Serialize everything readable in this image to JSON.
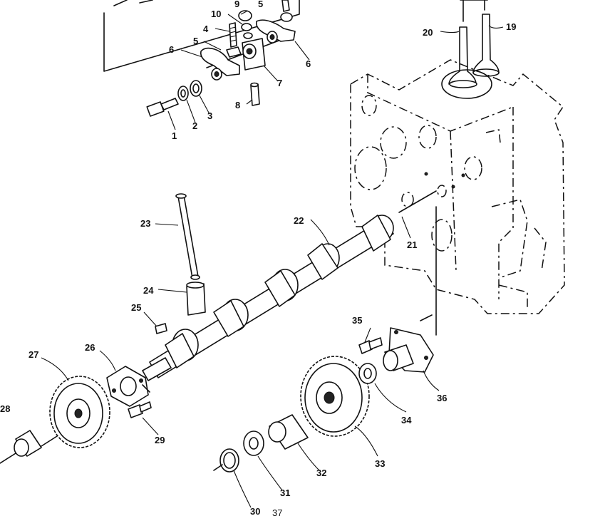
{
  "figure": {
    "page_number": "37",
    "callouts": [
      {
        "id": "c1",
        "text": "1"
      },
      {
        "id": "c2",
        "text": "2"
      },
      {
        "id": "c3",
        "text": "3"
      },
      {
        "id": "c4",
        "text": "4"
      },
      {
        "id": "c5a",
        "text": "5"
      },
      {
        "id": "c5b",
        "text": "5"
      },
      {
        "id": "c6a",
        "text": "6"
      },
      {
        "id": "c6b",
        "text": "6"
      },
      {
        "id": "c7",
        "text": "7"
      },
      {
        "id": "c8",
        "text": "8"
      },
      {
        "id": "c9",
        "text": "9"
      },
      {
        "id": "c10",
        "text": "10"
      },
      {
        "id": "c19",
        "text": "19"
      },
      {
        "id": "c20",
        "text": "20"
      },
      {
        "id": "c21",
        "text": "21"
      },
      {
        "id": "c22",
        "text": "22"
      },
      {
        "id": "c23",
        "text": "23"
      },
      {
        "id": "c24",
        "text": "24"
      },
      {
        "id": "c25",
        "text": "25"
      },
      {
        "id": "c26",
        "text": "26"
      },
      {
        "id": "c27",
        "text": "27"
      },
      {
        "id": "c28",
        "text": "28"
      },
      {
        "id": "c29",
        "text": "29"
      },
      {
        "id": "c30",
        "text": "30"
      },
      {
        "id": "c31",
        "text": "31"
      },
      {
        "id": "c32",
        "text": "32"
      },
      {
        "id": "c33",
        "text": "33"
      },
      {
        "id": "c34",
        "text": "34"
      },
      {
        "id": "c35",
        "text": "35"
      },
      {
        "id": "c36",
        "text": "36"
      }
    ]
  }
}
